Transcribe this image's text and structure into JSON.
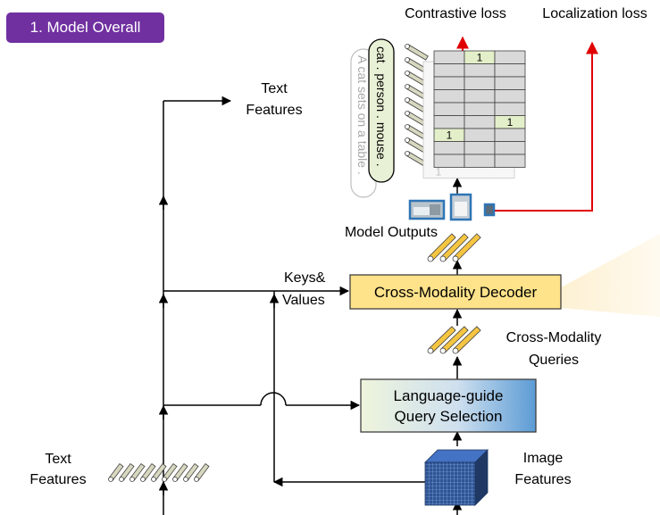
{
  "badge": "1. Model Overall",
  "labels": {
    "contrastive_loss": "Contrastive loss",
    "localization_loss": "Localization loss",
    "text_features_top_line1": "Text",
    "text_features_top_line2": "Features",
    "model_outputs": "Model Outputs",
    "keys_values_line1": "Keys&",
    "keys_values_line2": "Values",
    "cross_modality_queries_line1": "Cross-Modality",
    "cross_modality_queries_line2": "Queries",
    "text_features_bottom_line1": "Text",
    "text_features_bottom_line2": "Features",
    "image_features_line1": "Image",
    "image_features_line2": "Features"
  },
  "boxes": {
    "decoder": "Cross-Modality Decoder",
    "selection_line1": "Language-guide",
    "selection_line2": "Query Selection"
  },
  "prompt": {
    "tokens": "cat . person . mouse .",
    "sentence": "A cat sets on a table ."
  },
  "matrix": {
    "ones": [
      "1",
      "1",
      "1"
    ],
    "shadow_one": "1"
  },
  "colors": {
    "badge": "#7030a0",
    "decoder_fill": "#ffe38a",
    "selection_gradient": [
      "#e8f1d5",
      "#5b9bd5"
    ],
    "loss_arrow": "#e00000",
    "matrix_highlight": "#e3efc9",
    "feature_bars": "#d8d8c0",
    "query_bars": "#f5c542"
  }
}
